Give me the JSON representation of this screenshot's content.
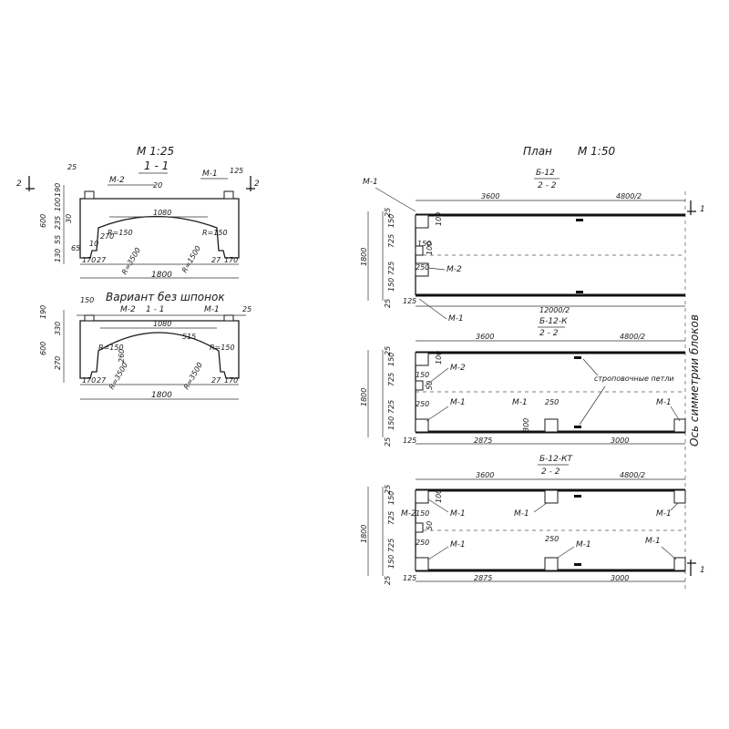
{
  "left": {
    "scale_title": "М 1:25",
    "section_top": {
      "title": "1 - 1",
      "cut_left": "2",
      "cut_right": "2",
      "m2": "М-2",
      "m1": "М-1",
      "dims": {
        "d25_left": "25",
        "d125_right": "125",
        "span_inner": "1080",
        "width": "1800",
        "r1500": "R=1500",
        "r3500": "R=3500",
        "r150_l": "R=150",
        "r150_r": "R=150",
        "d170_l": "170",
        "d27_l": "27",
        "d27_r": "27",
        "d170_r": "170",
        "d65": "65",
        "d270": "270",
        "d10": "10",
        "d20": "20"
      },
      "vdims": {
        "d600": "600",
        "d190": "190",
        "d100": "100",
        "d30": "30",
        "d235": "235",
        "d55": "55",
        "d130": "130"
      }
    },
    "section_bottom": {
      "variant_title": "Вариант без шпонок",
      "title": "1 - 1",
      "m2": "М-2",
      "m1": "М-1",
      "dims": {
        "d150": "150",
        "d25": "25",
        "span_inner": "1080",
        "d515": "515",
        "r150": "R=150",
        "r3500": "R=3500",
        "r3500b": "R=3500",
        "r150b": "R=150",
        "d170_l": "170",
        "d27_l": "27",
        "d27_r": "27",
        "d170_r": "170",
        "d260": "260",
        "width": "1800"
      },
      "vdims": {
        "d190": "190",
        "d330": "330",
        "d600": "600",
        "d270": "270"
      }
    }
  },
  "right": {
    "plan_title": "План",
    "scale_title": "М 1:50",
    "axis_label": "Ось симметрии блоков",
    "lifting_loops": "строповочные петли",
    "cut_marker": "1",
    "plan1": {
      "name": "Б-12",
      "section": "2 - 2",
      "m1_top": "М-1",
      "m2": "М-2",
      "m1_bottom": "М-1",
      "d3600": "3600",
      "d4800": "4800/2",
      "d12000": "12000/2",
      "d125": "125",
      "d150": "150",
      "d250": "250",
      "d100a": "100",
      "d100b": "100",
      "vdims": {
        "d1800": "1800",
        "d25a": "25",
        "d150a": "150",
        "d725a": "725",
        "d725b": "725",
        "d150b": "150",
        "d25b": "25"
      }
    },
    "plan2": {
      "name": "Б-12-К",
      "section": "2 - 2",
      "m2": "М-2",
      "m1a": "М-1",
      "m1b": "М-1",
      "m1c": "М-1",
      "d3600": "3600",
      "d4800": "4800/2",
      "d125": "125",
      "d2875": "2875",
      "d3000": "3000",
      "d150": "150",
      "d250a": "250",
      "d250b": "250",
      "d300": "300",
      "d100": "100",
      "d50": "50",
      "vdims": {
        "d1800": "1800",
        "d25a": "25",
        "d150a": "150",
        "d725a": "725",
        "d725b": "725",
        "d150b": "150",
        "d25b": "25"
      }
    },
    "plan3": {
      "name": "Б-12-КТ",
      "section": "2 - 2",
      "m2": "М-2",
      "m1a": "М-1",
      "m1b": "М-1",
      "m1c": "М-1",
      "m1d": "М-1",
      "m1e": "М-1",
      "m1f": "М-1",
      "d3600": "3600",
      "d4800": "4800/2",
      "d125": "125",
      "d2875": "2875",
      "d3000": "3000",
      "d150": "150",
      "d250a": "250",
      "d250b": "250",
      "d100": "100",
      "d50": "50",
      "vdims": {
        "d1800": "1800",
        "d25a": "25",
        "d150a": "150",
        "d725a": "725",
        "d725b": "725",
        "d150b": "150",
        "d25b": "25"
      }
    }
  }
}
